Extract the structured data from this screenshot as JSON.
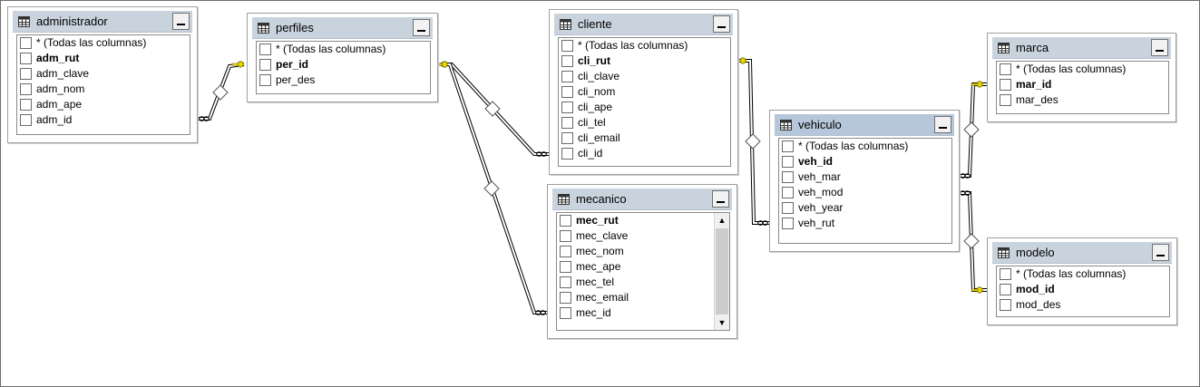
{
  "diagram": {
    "tables": [
      {
        "id": "administrador",
        "name": "administrador",
        "columns": [
          {
            "label": "* (Todas las columnas)",
            "pk": false
          },
          {
            "label": "adm_rut",
            "pk": true
          },
          {
            "label": "adm_clave",
            "pk": false
          },
          {
            "label": "adm_nom",
            "pk": false
          },
          {
            "label": "adm_ape",
            "pk": false
          },
          {
            "label": "adm_id",
            "pk": false
          }
        ]
      },
      {
        "id": "perfiles",
        "name": "perfiles",
        "columns": [
          {
            "label": "* (Todas las columnas)",
            "pk": false
          },
          {
            "label": "per_id",
            "pk": true
          },
          {
            "label": "per_des",
            "pk": false
          }
        ]
      },
      {
        "id": "cliente",
        "name": "cliente",
        "columns": [
          {
            "label": "* (Todas las columnas)",
            "pk": false
          },
          {
            "label": "cli_rut",
            "pk": true
          },
          {
            "label": "cli_clave",
            "pk": false
          },
          {
            "label": "cli_nom",
            "pk": false
          },
          {
            "label": "cli_ape",
            "pk": false
          },
          {
            "label": "cli_tel",
            "pk": false
          },
          {
            "label": "cli_email",
            "pk": false
          },
          {
            "label": "cli_id",
            "pk": false
          }
        ]
      },
      {
        "id": "mecanico",
        "name": "mecanico",
        "scroll_arrows": [
          "▲",
          "▼"
        ],
        "columns": [
          {
            "label": "mec_rut",
            "pk": true
          },
          {
            "label": "mec_clave",
            "pk": false
          },
          {
            "label": "mec_nom",
            "pk": false
          },
          {
            "label": "mec_ape",
            "pk": false
          },
          {
            "label": "mec_tel",
            "pk": false
          },
          {
            "label": "mec_email",
            "pk": false
          },
          {
            "label": "mec_id",
            "pk": false
          }
        ]
      },
      {
        "id": "vehiculo",
        "name": "vehiculo",
        "columns": [
          {
            "label": "* (Todas las columnas)",
            "pk": false
          },
          {
            "label": "veh_id",
            "pk": true
          },
          {
            "label": "veh_mar",
            "pk": false
          },
          {
            "label": "veh_mod",
            "pk": false
          },
          {
            "label": "veh_year",
            "pk": false
          },
          {
            "label": "veh_rut",
            "pk": false
          }
        ]
      },
      {
        "id": "marca",
        "name": "marca",
        "columns": [
          {
            "label": "* (Todas las columnas)",
            "pk": false
          },
          {
            "label": "mar_id",
            "pk": true
          },
          {
            "label": "mar_des",
            "pk": false
          }
        ]
      },
      {
        "id": "modelo",
        "name": "modelo",
        "columns": [
          {
            "label": "* (Todas las columnas)",
            "pk": false
          },
          {
            "label": "mod_id",
            "pk": true
          },
          {
            "label": "mod_des",
            "pk": false
          }
        ]
      }
    ],
    "relationships": [
      {
        "id": "fk-administrador-perfiles",
        "one": "perfiles",
        "many": "administrador"
      },
      {
        "id": "fk-cliente-perfiles",
        "one": "perfiles",
        "many": "cliente"
      },
      {
        "id": "fk-mecanico-perfiles",
        "one": "perfiles",
        "many": "mecanico"
      },
      {
        "id": "fk-vehiculo-cliente",
        "one": "cliente",
        "many": "vehiculo"
      },
      {
        "id": "fk-vehiculo-marca",
        "one": "marca",
        "many": "vehiculo"
      },
      {
        "id": "fk-vehiculo-modelo",
        "one": "modelo",
        "many": "vehiculo"
      }
    ],
    "colors": {
      "key_icon": "#e8d800",
      "line": "#000000",
      "title_bar": "#c9d3de",
      "title_bar_active": "#b7c7db"
    }
  }
}
